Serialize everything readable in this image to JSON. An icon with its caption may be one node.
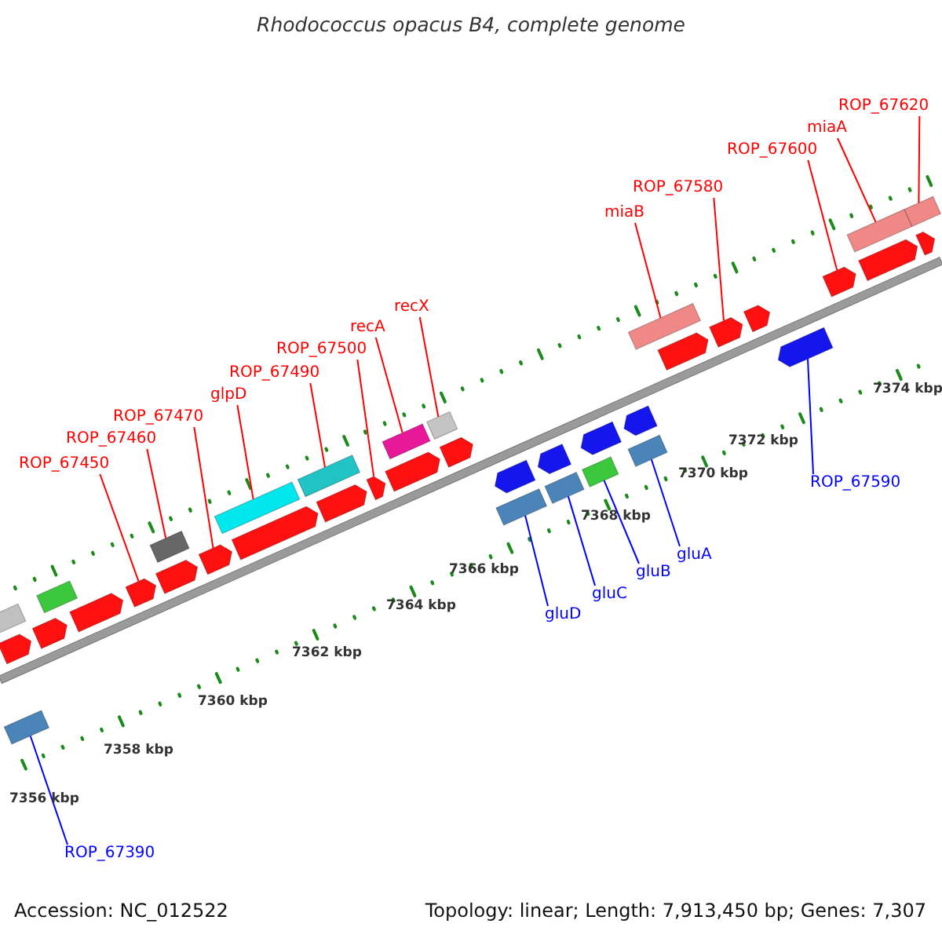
{
  "diagram": {
    "title": "Rhodococcus opacus B4, complete genome",
    "nodes": [
      {
        "text": [
          "ROP_67450"
        ]
      },
      {
        "text": [],
        "shape": "arrow"
      },
      {
        "text": [
          "ROP_67460"
        ]
      },
      {
        "text": [],
        "shape": "bar"
      },
      {
        "text": [
          "ROP_67470"
        ]
      },
      {
        "text": [],
        "shape": "arrow"
      },
      {
        "text": [
          "glpD"
        ]
      },
      {
        "text": [],
        "shape": "bar"
      },
      {
        "text": [
          "ROP_67490"
        ]
      },
      {
        "text": [],
        "shape": "bar"
      },
      {
        "text": [
          "ROP_67500"
        ]
      },
      {
        "text": [],
        "shape": "arrow"
      },
      {
        "text": [
          "recA"
        ]
      },
      {
        "text": [],
        "shape": "bar"
      },
      {
        "text": [
          "recX"
        ]
      },
      {
        "text": [],
        "shape": "bar"
      },
      {
        "text": [
          "miaB"
        ]
      },
      {
        "text": [],
        "shape": "bar"
      },
      {
        "text": [
          "ROP_67580"
        ]
      },
      {
        "text": [],
        "shape": "arrow"
      },
      {
        "text": [
          "ROP_67600"
        ]
      },
      {
        "text": [],
        "shape": "arrow"
      },
      {
        "text": [
          "miaA"
        ]
      },
      {
        "text": [],
        "shape": "bar"
      },
      {
        "text": [
          "ROP_67620"
        ]
      },
      {
        "text": [],
        "shape": "bar"
      },
      {
        "text": [
          "gluD"
        ]
      },
      {
        "text": [],
        "shape": "bar"
      },
      {
        "text": [
          "gluC"
        ]
      },
      {
        "text": [],
        "shape": "bar"
      },
      {
        "text": [
          "gluB"
        ]
      },
      {
        "text": [],
        "shape": "bar"
      },
      {
        "text": [
          "gluA"
        ]
      },
      {
        "text": [],
        "shape": "bar"
      },
      {
        "text": [
          "ROP_67590"
        ]
      },
      {
        "text": [],
        "shape": "arrow"
      },
      {
        "text": [
          "ROP_67390"
        ]
      },
      {
        "text": [],
        "shape": "bar"
      },
      {
        "text": [],
        "shape": "arrow"
      },
      {
        "text": [],
        "shape": "arrow"
      },
      {
        "text": [],
        "shape": "bar"
      },
      {
        "text": [],
        "shape": "arrow"
      },
      {
        "text": [],
        "shape": "arrow"
      }
    ],
    "edges": [
      {
        "from": 0,
        "to": 1,
        "arrow": "none"
      },
      {
        "from": 2,
        "to": 3,
        "arrow": "none"
      },
      {
        "from": 4,
        "to": 5,
        "arrow": "none"
      },
      {
        "from": 6,
        "to": 7,
        "arrow": "none"
      },
      {
        "from": 8,
        "to": 9,
        "arrow": "none"
      },
      {
        "from": 10,
        "to": 11,
        "arrow": "none"
      },
      {
        "from": 12,
        "to": 13,
        "arrow": "none"
      },
      {
        "from": 14,
        "to": 15,
        "arrow": "none"
      },
      {
        "from": 16,
        "to": 17,
        "arrow": "none"
      },
      {
        "from": 18,
        "to": 19,
        "arrow": "none"
      },
      {
        "from": 20,
        "to": 21,
        "arrow": "none"
      },
      {
        "from": 22,
        "to": 23,
        "arrow": "none"
      },
      {
        "from": 24,
        "to": 25,
        "arrow": "none"
      },
      {
        "from": 26,
        "to": 27,
        "arrow": "none",
        "color": "#0000ff"
      },
      {
        "from": 28,
        "to": 29,
        "arrow": "none",
        "color": "#0000ff"
      },
      {
        "from": 30,
        "to": 31,
        "arrow": "none",
        "color": "#0000ff"
      },
      {
        "from": 32,
        "to": 33,
        "arrow": "none",
        "color": "#0000ff"
      },
      {
        "from": 34,
        "to": 35,
        "arrow": "none",
        "color": "#0000ff"
      },
      {
        "from": 36,
        "to": 37,
        "arrow": "none",
        "color": "#0000ff"
      }
    ],
    "labels": [
      "7356 kbp",
      "7358 kbp",
      "7360 kbp",
      "7362 kbp",
      "7364 kbp",
      "7366 kbp",
      "7368 kbp",
      "7370 kbp",
      "7372 kbp",
      "7374 kbp",
      "Accession: NC_012522",
      "Topology: linear; Length: 7,913,450 bp; Genes: 7,307"
    ]
  }
}
